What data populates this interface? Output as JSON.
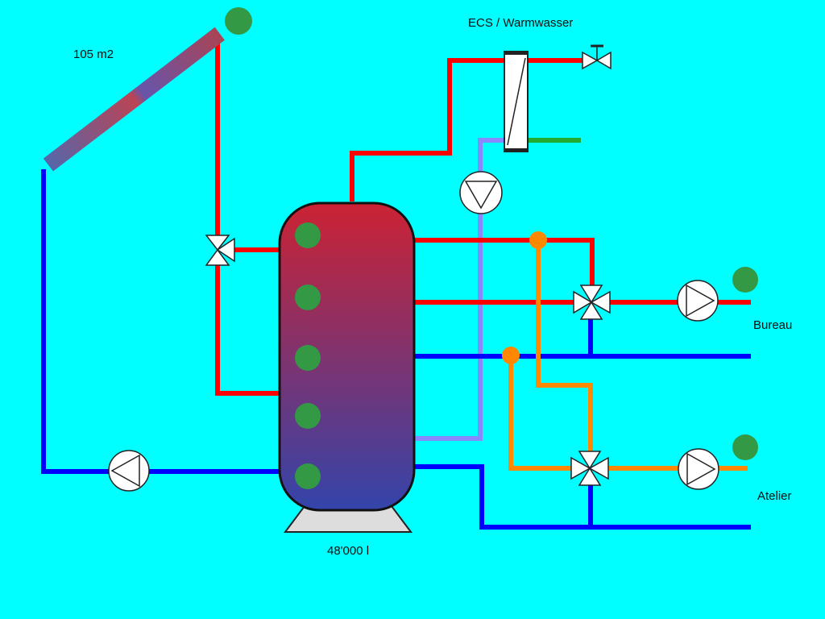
{
  "labels": {
    "collector_area": "105 m2",
    "dhw": "ECS / Warmwasser",
    "tank_volume": "48'000 l",
    "circuit_1": "Bureau",
    "circuit_2": "Atelier"
  },
  "colors": {
    "background": "#00FFFF",
    "supply_hot": "#FF0000",
    "return_cold": "#0000FF",
    "dhw_return": "#8888FF",
    "mixing_loop": "#FF8800",
    "cold_water": "#22AA33",
    "sensor": "#339944",
    "tank_top": "#CC2233",
    "tank_bottom": "#3344AA"
  },
  "sensors": {
    "collector": 1,
    "tank": 5,
    "circuits": 2
  }
}
